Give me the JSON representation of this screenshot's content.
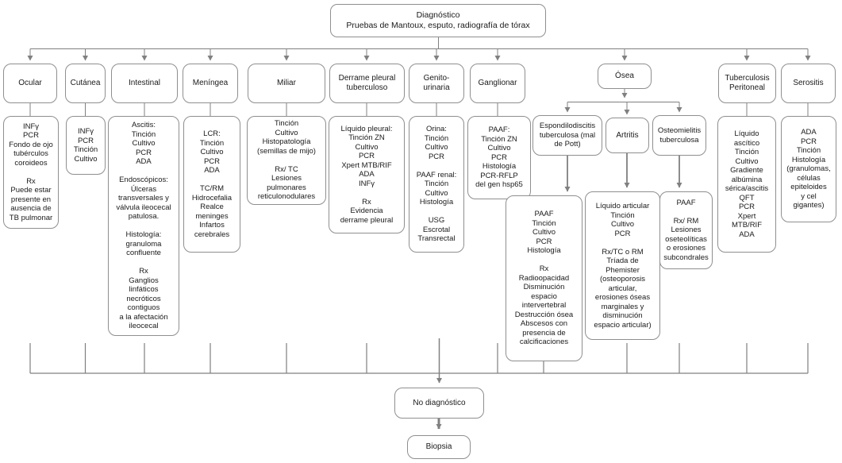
{
  "root": {
    "title": "Diagnóstico",
    "subtitle": "Pruebas de Mantoux, esputo, radiografía de tórax"
  },
  "branches": {
    "ocular": {
      "label": "Ocular",
      "detail": "INFγ\nPCR\nFondo de ojo\ntubérculos\ncoroideos\n\nRx\nPuede estar\npresente en\nausencia de\nTB pulmonar"
    },
    "cutanea": {
      "label": "Cutánea",
      "detail": "INFγ\nPCR\nTinción\nCultivo"
    },
    "intestinal": {
      "label": "Intestinal",
      "detail": "Ascitis:\nTinción\nCultivo\nPCR\nADA\n\nEndoscópicos:\nÚlceras\ntransversales y\nválvula ileocecal\npatulosa.\n\nHistología:\ngranuloma\nconfluente\n\nRx\nGanglios\nlinfáticos\nnecróticos\ncontiguos\na la afectación\nileocecal"
    },
    "meningea": {
      "label": "Meníngea",
      "detail": "LCR:\nTinción\nCultivo\nPCR\nADA\n\nTC/RM\nHidrocefalia\nRealce\nmeninges\nInfartos\ncerebrales"
    },
    "miliar": {
      "label": "Miliar",
      "detail": "Tinción\nCultivo\nHistopatología\n(semillas de mijo)\n\nRx/ TC\nLesiones\npulmonares\nreticulonodulares"
    },
    "derrame_pleural": {
      "label": "Derrame pleural tuberculoso",
      "detail": "Líquido pleural:\nTinción ZN\nCultivo\nPCR\nXpert MTB/RIF\nADA\nINFγ\n\nRx\nEvidencia\nderrame pleural"
    },
    "genitourinaria": {
      "label": "Genito-urinaria",
      "detail": "Orina:\nTinción\nCultivo\nPCR\n\nPAAF renal:\nTinción\nCultivo\nHistología\n\nUSG\nEscrotal\nTransrectal"
    },
    "ganglionar": {
      "label": "Ganglionar",
      "detail": "PAAF:\nTinción ZN\nCultivo\nPCR\nHistología\nPCR-RFLP\ndel gen hsp65"
    },
    "osea": {
      "label": "Ósea"
    },
    "peritoneal": {
      "label": "Tuberculosis Peritoneal",
      "detail": "Líquido\nascítico\nTinción\nCultivo\nGradiente\nalbúmina\nsérica/ascitis\nQFT\nPCR\nXpert\nMTB/RIF\nADA"
    },
    "serositis": {
      "label": "Serositis",
      "detail": "ADA\nPCR\nTinción\nHistología\n(granulomas,\ncélulas\nepiteloides\ny cel\ngigantes)"
    }
  },
  "osea_subtypes": {
    "espondilodiscitis": {
      "label": "Espondilodiscitis tuberculosa (mal de Pott)",
      "detail": "PAAF\nTinción\nCultivo\nPCR\nHistología\n\nRx\nRadioopacidad\nDisminución\nespacio\nintervertebral\nDestrucción ósea\nAbscesos con\npresencia de\ncalcificaciones"
    },
    "artritis": {
      "label": "Artritis",
      "detail": "Líquido articular\nTinción\nCultivo\nPCR\n\nRx/TC o RM\nTríada de\nPhemister\n(osteoporosis\narticular,\nerosiones óseas\nmarginales y\ndisminución\nespacio articular)"
    },
    "osteomielitis": {
      "label": "Osteomielitis tuberculosa",
      "detail": "PAAF\n\nRx/ RM\nLesiones\noseteolíticas\no erosiones\nsubcondrales"
    }
  },
  "outcome": {
    "no_diagnosis": "No diagnóstico",
    "biopsy": "Biopsia"
  },
  "colors": {
    "line": "#808080",
    "box_border": "#8f8f8f",
    "text": "#1a1a1a"
  }
}
